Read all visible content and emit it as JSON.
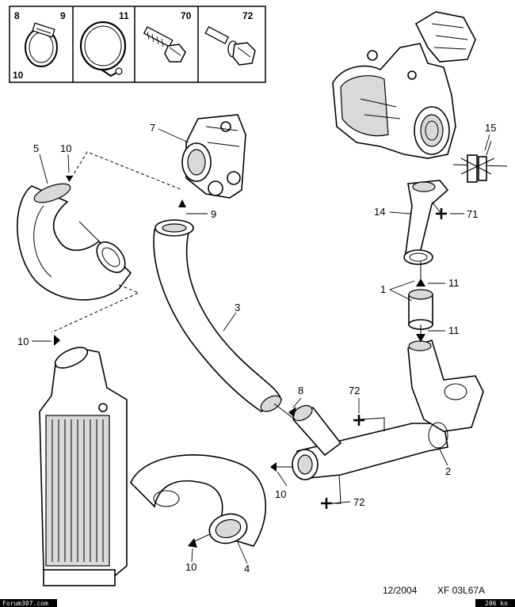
{
  "header_table": [
    {
      "cell": "8-9-10",
      "labels": [
        "8",
        "9",
        "10"
      ]
    },
    {
      "cell": "11",
      "labels": [
        "11"
      ]
    },
    {
      "cell": "70",
      "labels": [
        "70"
      ]
    },
    {
      "cell": "72",
      "labels": [
        "72"
      ]
    }
  ],
  "callouts": {
    "c1": "1",
    "c2": "2",
    "c3": "3",
    "c4": "4",
    "c5": "5",
    "c7": "7",
    "c8a": "8",
    "c9": "9",
    "c10a": "10",
    "c10b": "10",
    "c10c": "10",
    "c10d": "10",
    "c11a": "11",
    "c11b": "11",
    "c14": "14",
    "c15": "15",
    "c71": "71",
    "c72a": "72",
    "c72b": "72"
  },
  "footer": {
    "date": "12/2004",
    "ref": "XF 03L67A",
    "watermark_left": "Forum307.com",
    "watermark_right": "206 ko"
  }
}
